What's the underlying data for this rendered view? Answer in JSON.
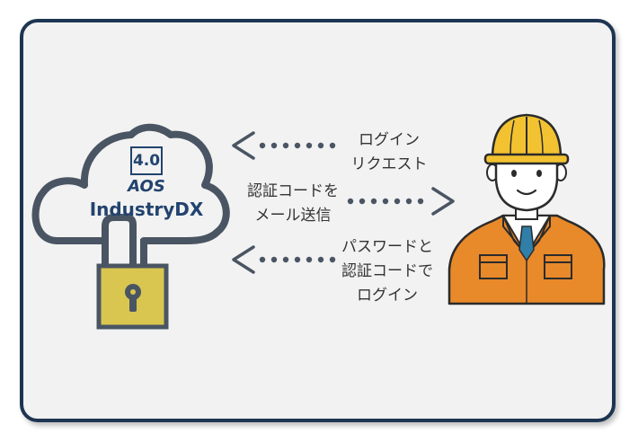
{
  "logo": {
    "badge": "4.0",
    "brand": "AOS",
    "product": "IndustryDX"
  },
  "messages": {
    "login_request": [
      "ログイン",
      "リクエスト"
    ],
    "send_code": [
      "認証コードを",
      "メール送信"
    ],
    "login_with": [
      "パスワードと",
      "認証コードで",
      "ログイン"
    ]
  },
  "colors": {
    "frame": "#1d3552",
    "cloud_stroke": "#4a5563",
    "logo": "#22436e",
    "lock_body": "#d9c650",
    "helmet": "#f2c230",
    "jacket": "#e8892a",
    "tie": "#2f7fa8"
  },
  "icons": [
    "cloud-icon",
    "padlock-icon",
    "worker-icon",
    "arrow-left-icon",
    "arrow-right-icon"
  ]
}
